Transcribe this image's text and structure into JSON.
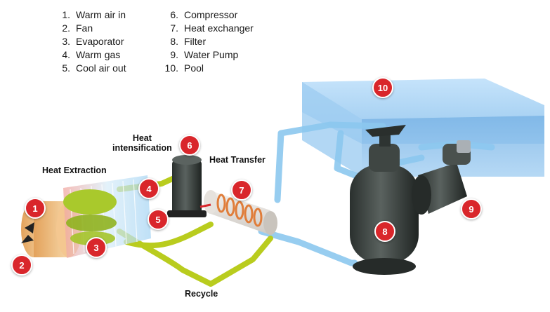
{
  "legend_left": [
    {
      "num": "1.",
      "text": "Warm air in"
    },
    {
      "num": "2.",
      "text": "Fan"
    },
    {
      "num": "3.",
      "text": "Evaporator"
    },
    {
      "num": "4.",
      "text": "Warm gas"
    },
    {
      "num": "5.",
      "text": "Cool air out"
    }
  ],
  "legend_right": [
    {
      "num": "6.",
      "text": "Compressor"
    },
    {
      "num": "7.",
      "text": "Heat exchanger"
    },
    {
      "num": "8.",
      "text": "Filter"
    },
    {
      "num": "9.",
      "text": "Water Pump"
    },
    {
      "num": "10.",
      "text": "Pool"
    }
  ],
  "labels": {
    "heat_extraction": "Heat Extraction",
    "heat_intensification": "Heat\nintensification",
    "heat_transfer": "Heat Transfer",
    "recycle": "Recycle"
  },
  "badges": [
    "1",
    "2",
    "3",
    "4",
    "5",
    "6",
    "7",
    "8",
    "9",
    "10"
  ],
  "colors": {
    "badge": "#d9262b",
    "pool": "#8fc3ee",
    "pipe_water": "#8cc8ef",
    "pipe_gas": "#b9cc1e",
    "filter_body": "#3b423f"
  }
}
